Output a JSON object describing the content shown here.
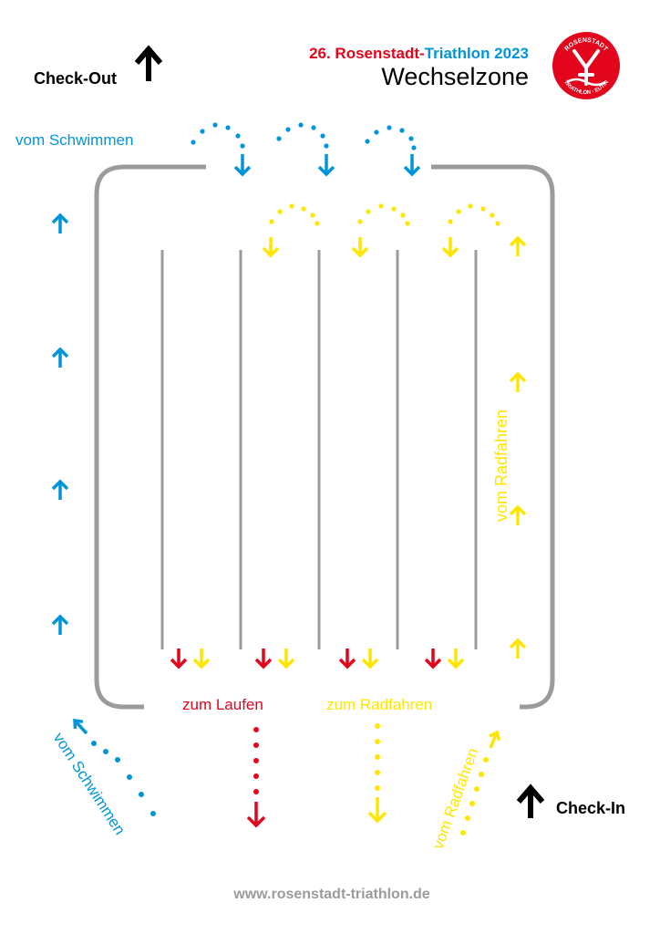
{
  "header": {
    "title_red": "26. Rosenstadt-",
    "title_blue": "Triathlon 2023",
    "subtitle": "Wechselzone",
    "logo_top": "ROSENSTADT",
    "logo_bottom": "TRIATHLON · EUTIN"
  },
  "labels": {
    "check_out": "Check-Out",
    "check_in": "Check-In",
    "vom_schwimmen_top": "vom Schwimmen",
    "vom_schwimmen_bottom": "vom Schwimmen",
    "vom_radfahren_side": "vom Radfahren",
    "vom_radfahren_bottom": "vom Radfahren",
    "zum_laufen": "zum Laufen",
    "zum_radfahren": "zum Radfahren"
  },
  "footer": {
    "url": "www.rosenstadt-triathlon.de"
  },
  "colors": {
    "red": "#e3051b",
    "blue": "#0095db",
    "yellow": "#ffe600",
    "gray": "#9b9b9b",
    "black": "#000000"
  },
  "icons": {
    "check_out_arrow": "arrow-up-icon",
    "check_in_arrow": "arrow-up-icon",
    "logo": "rosenstadt-triathlon-logo"
  }
}
